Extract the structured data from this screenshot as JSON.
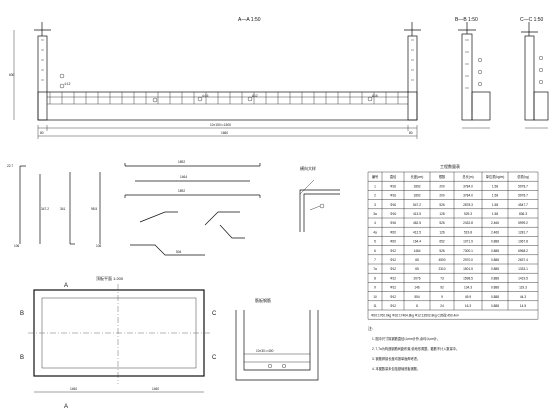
{
  "titles": {
    "section_aa": "A—A 1:50",
    "section_bb": "B—B 1:50",
    "section_cc": "C—C 1:50",
    "bar_detail": "筋板钢筋",
    "slab_plan": "顶板平面 1:200",
    "corner_detail": "横向大样",
    "quantity_table": "工程数量表",
    "notes_title": "注:"
  },
  "dims": {
    "aa_width": "1660",
    "aa_inner": "10×150＝1500",
    "aa_left": "80",
    "aa_right": "80",
    "aa_height": "600",
    "bar1_len": "1892",
    "bar2_len": "1464",
    "bar3_len": "1892",
    "bar4_len": "504",
    "bar_a": "22.7",
    "bar_b": "106",
    "bar_c": "106",
    "bar_d": "341",
    "bar_e": "347.2",
    "bar_f": "98.5",
    "bar_g": "106",
    "plan_w1": "1460",
    "plan_w2": "1460",
    "detail_dim": "10×30＝400"
  },
  "labels": {
    "cut_a": "A",
    "cut_b": "B",
    "cut_c": "C",
    "rebar_1": "①12",
    "rebar_2": "A12",
    "rebar_3": "⑩16",
    "rebar_4": "A16"
  },
  "table": {
    "headers": [
      "编号",
      "直径",
      "长度(cm)",
      "根数",
      "总长(m)",
      "单位重(kg/m)",
      "总重(kg)"
    ],
    "rows": [
      [
        "1",
        "Φ16",
        "1892",
        "200",
        "3784.0",
        "1.58",
        "5978.7"
      ],
      [
        "2",
        "Φ16",
        "1892",
        "200",
        "3784.0",
        "1.58",
        "5978.7"
      ],
      [
        "3",
        "Φ16",
        "547.2",
        "526",
        "2878.3",
        "1.58",
        "4547.7"
      ],
      [
        "3a",
        "Φ16",
        "413.5",
        "128",
        "529.3",
        "1.58",
        "836.3"
      ],
      [
        "4",
        "Φ16",
        "462.5",
        "526",
        "2432.8",
        "2.466",
        "5999.2"
      ],
      [
        "4a",
        "Φ20",
        "412.5",
        "126",
        "519.8",
        "2.466",
        "1281.7"
      ],
      [
        "5",
        "Φ20",
        "164.4",
        "652",
        "1071.9",
        "0.888",
        "1067.8"
      ],
      [
        "6",
        "Φ12",
        "1464",
        "526",
        "7300.1",
        "0.888",
        "6968.2"
      ],
      [
        "7",
        "Φ12",
        "65",
        "4500",
        "2970.0",
        "0.888",
        "2637.4"
      ],
      [
        "7a",
        "Φ12",
        "65",
        "2310",
        "1501.5",
        "0.888",
        "1333.1"
      ],
      [
        "8",
        "Φ12",
        "2076",
        "73",
        "1598.5",
        "0.888",
        "1419.5"
      ],
      [
        "9",
        "Φ12",
        "146",
        "92",
        "134.3",
        "0.888",
        "119.3"
      ],
      [
        "10",
        "Φ12",
        "554",
        "9",
        "49.9",
        "0.888",
        "44.3"
      ],
      [
        "11",
        "Φ12",
        "8",
        "24",
        "16.3",
        "0.888",
        "14.5"
      ]
    ],
    "total": "Φ20:1760.9kg    Φ16:17464.8kg    Φ12:13502.8kg    C35砼:450.4m³"
  },
  "notes": [
    "1.  图中尺寸除钢筋直径以mm计外,余均以cm计。",
    "2.  7,7a为构造钢筋间距布置,依地形调整。箍筋不计入数量中。",
    "3.  钢筋焊接长度均按单面焊考虑。",
    "4.  本图数量未包括基础底板钢筋。"
  ]
}
